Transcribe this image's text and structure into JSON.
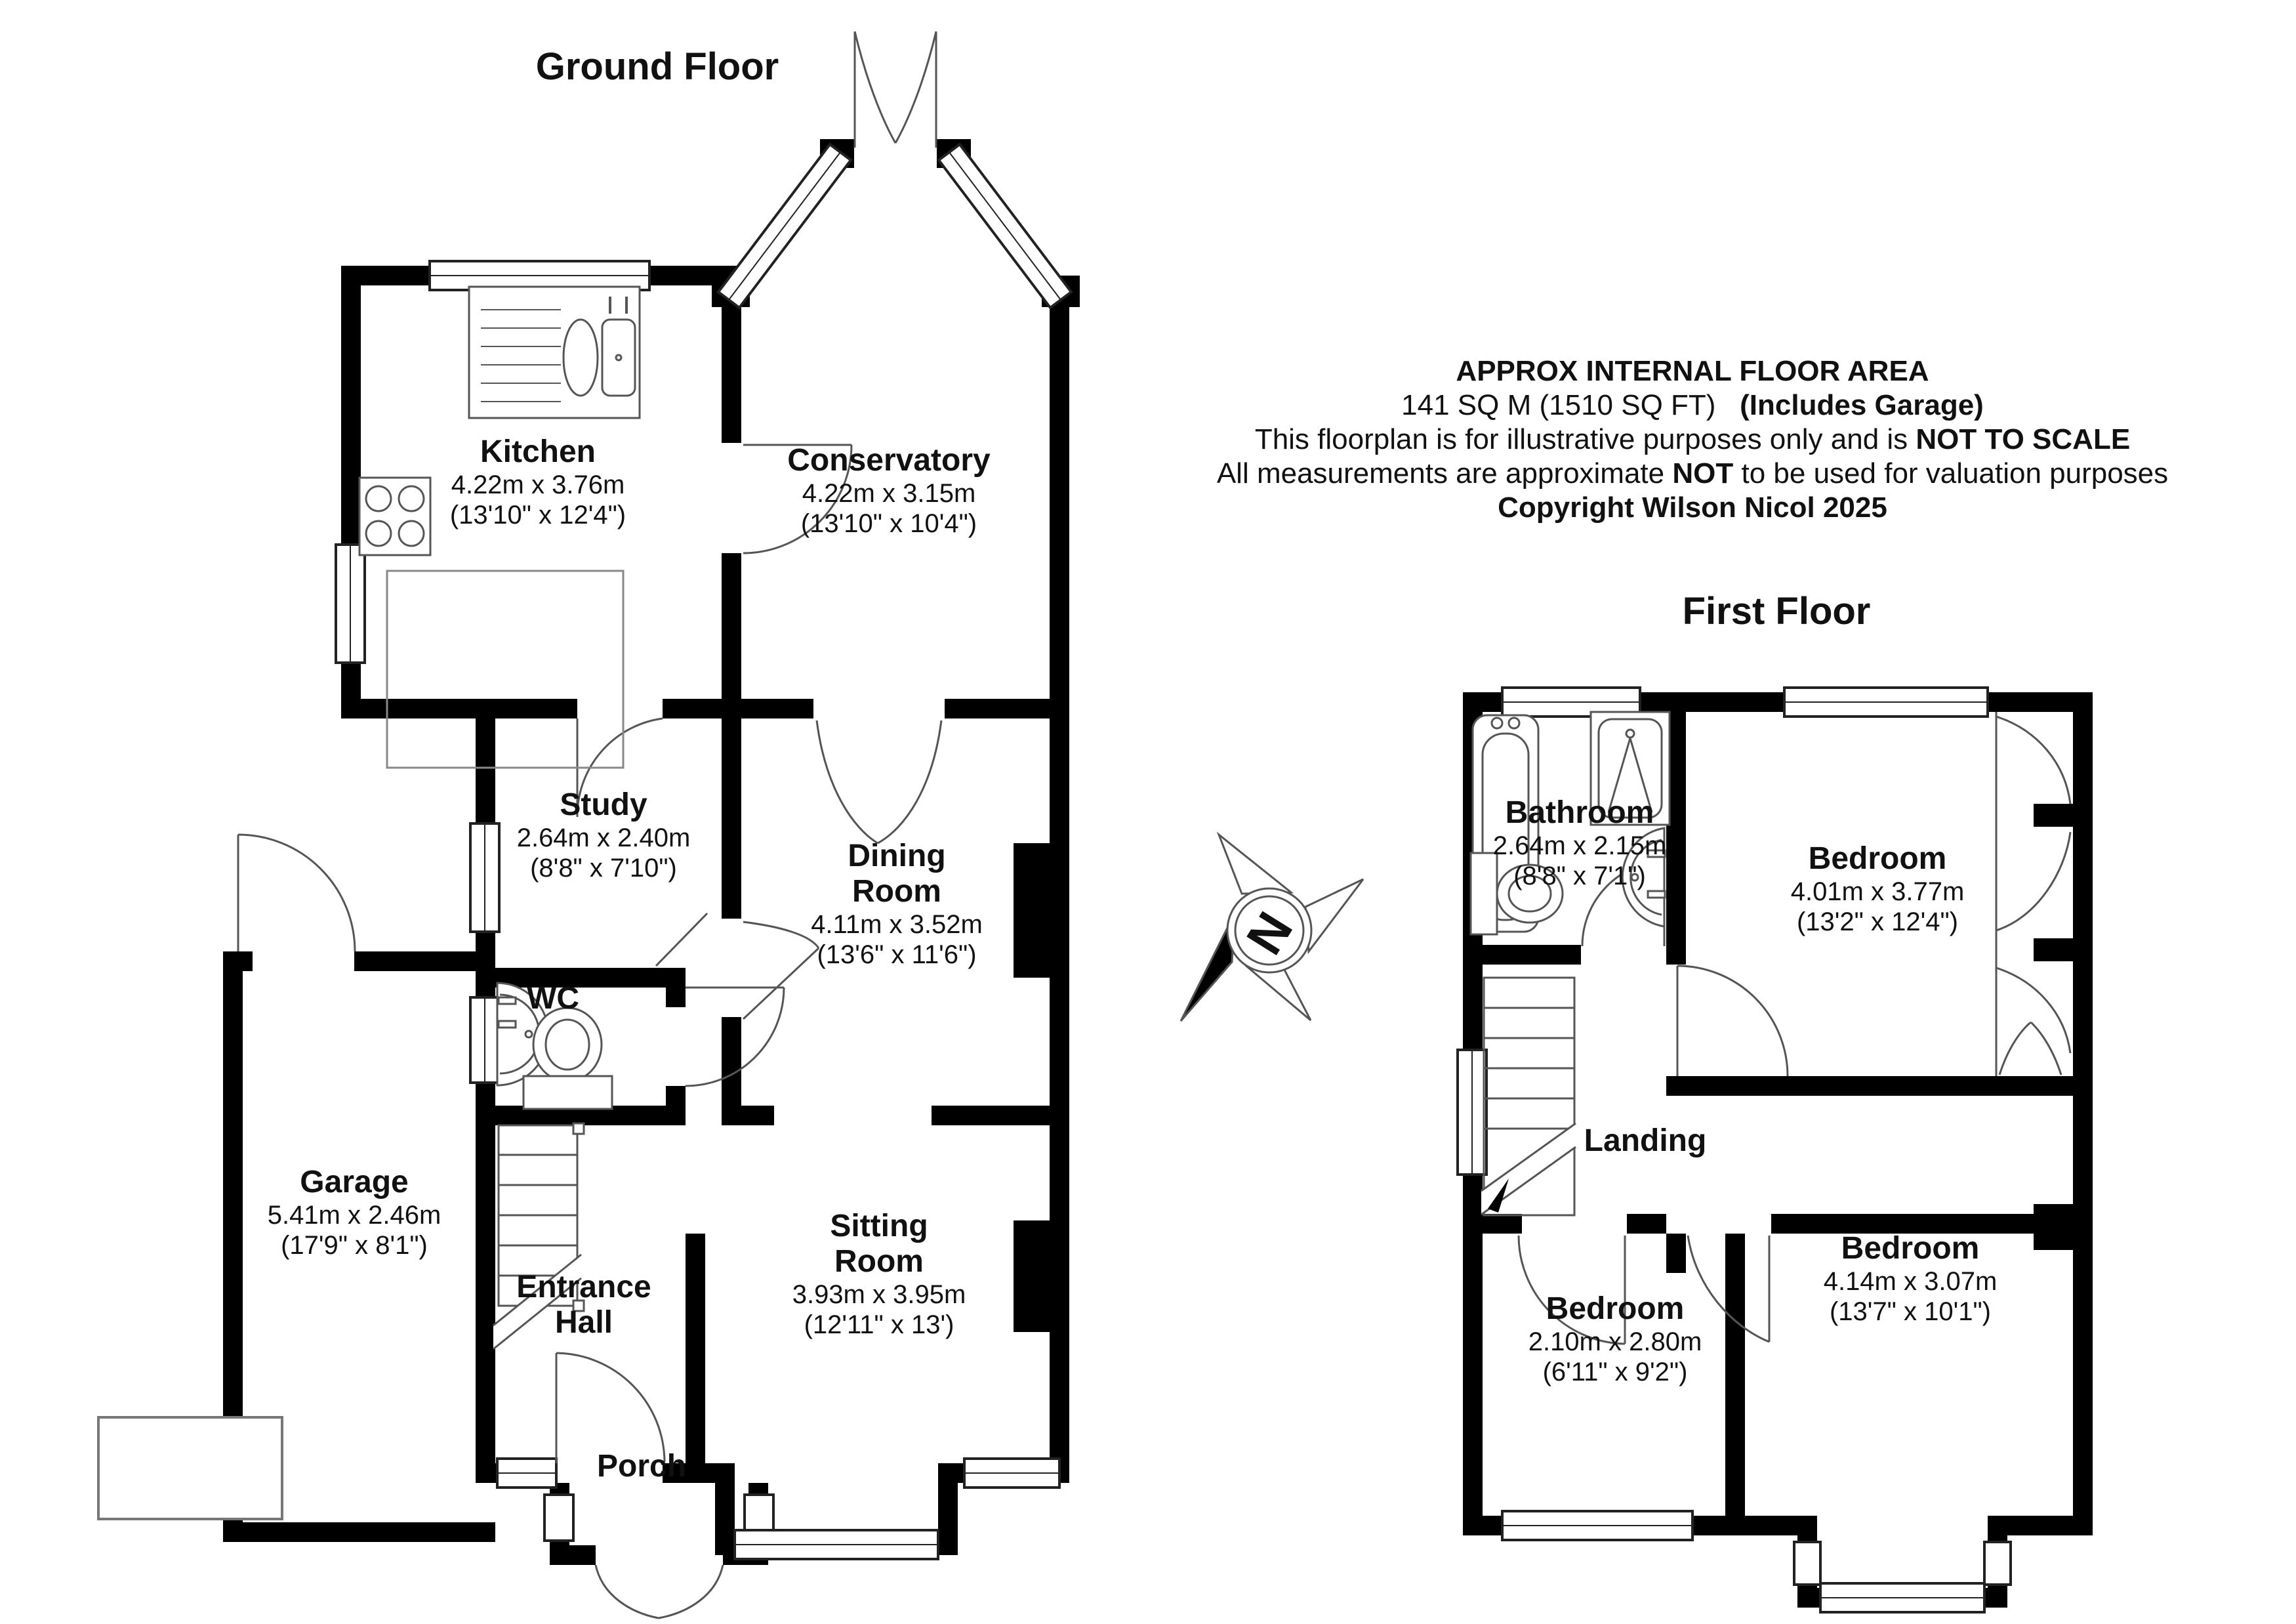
{
  "page": {
    "bg_color": "#ffffff",
    "wall_color": "#000000",
    "line_color": "#555555",
    "text_color": "#111111"
  },
  "ground_floor": {
    "title": "Ground Floor",
    "rooms": {
      "kitchen": {
        "name": "Kitchen",
        "metric": "4.22m x 3.76m",
        "imperial": "(13'10\" x 12'4\")"
      },
      "conservatory": {
        "name": "Conservatory",
        "metric": "4.22m x 3.15m",
        "imperial": "(13'10\" x 10'4\")"
      },
      "study": {
        "name": "Study",
        "metric": "2.64m x 2.40m",
        "imperial": "(8'8\" x 7'10\")"
      },
      "dining": {
        "name": "Dining\nRoom",
        "metric": "4.11m x 3.52m",
        "imperial": "(13'6\" x 11'6\")"
      },
      "wc": {
        "name": "WC"
      },
      "garage": {
        "name": "Garage",
        "metric": "5.41m x 2.46m",
        "imperial": "(17'9\" x 8'1\")"
      },
      "entrance_hall": {
        "name": "Entrance\nHall"
      },
      "sitting": {
        "name": "Sitting\nRoom",
        "metric": "3.93m x 3.95m",
        "imperial": "(12'11\" x 13')"
      },
      "porch": {
        "name": "Porch"
      }
    }
  },
  "first_floor": {
    "title": "First Floor",
    "rooms": {
      "bathroom": {
        "name": "Bathroom",
        "metric": "2.64m x 2.15m",
        "imperial": "(8'8\" x 7'1\")"
      },
      "bedroom_main": {
        "name": "Bedroom",
        "metric": "4.01m x 3.77m",
        "imperial": "(13'2\" x 12'4\")"
      },
      "landing": {
        "name": "Landing"
      },
      "bedroom_small": {
        "name": "Bedroom",
        "metric": "2.10m x 2.80m",
        "imperial": "(6'11\" x 9'2\")"
      },
      "bedroom_rear": {
        "name": "Bedroom",
        "metric": "4.14m x 3.07m",
        "imperial": "(13'7\" x 10'1\")"
      }
    }
  },
  "disclaimer": {
    "line1": "APPROX INTERNAL FLOOR AREA",
    "line2_normal": "141 SQ M (1510 SQ FT)",
    "line2_bold": "(Includes Garage)",
    "line3_normal": "This floorplan is for illustrative purposes only and is",
    "line3_bold": "NOT TO SCALE",
    "line4_pre": "All measurements are approximate",
    "line4_bold": "NOT",
    "line4_post": "to be used for valuation purposes",
    "line5": "Copyright Wilson Nicol 2025"
  },
  "compass": {
    "north_label": "N"
  }
}
